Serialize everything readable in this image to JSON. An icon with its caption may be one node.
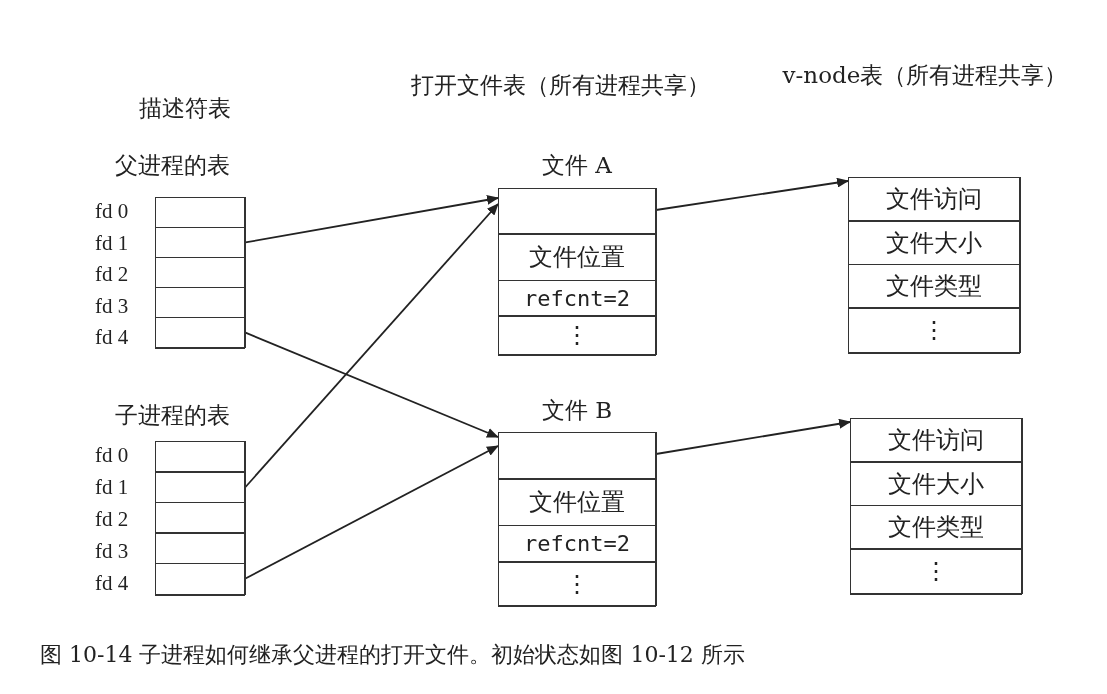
{
  "diagram": {
    "caption": "图 10-14 子进程如何继承父进程的打开文件。初始状态如图 10-12 所示",
    "nodes": [
      {
        "text": [
          "父进程的表"
        ]
      },
      {
        "text": [],
        "shape": "box",
        "in": 0,
        "beside": [
          "fd 0"
        ]
      },
      {
        "text": [],
        "shape": "box",
        "in": 0,
        "beside": [
          "fd 1"
        ]
      },
      {
        "text": [],
        "shape": "box",
        "in": 0,
        "beside": [
          "fd 2"
        ]
      },
      {
        "text": [],
        "shape": "box",
        "in": 0,
        "beside": [
          "fd 3"
        ]
      },
      {
        "text": [],
        "shape": "box",
        "in": 0,
        "beside": [
          "fd 4"
        ]
      },
      {
        "text": [
          "子进程的表"
        ]
      },
      {
        "text": [],
        "shape": "box",
        "in": 6,
        "beside": [
          "fd 0"
        ]
      },
      {
        "text": [],
        "shape": "box",
        "in": 6,
        "beside": [
          "fd 1"
        ]
      },
      {
        "text": [],
        "shape": "box",
        "in": 6,
        "beside": [
          "fd 2"
        ]
      },
      {
        "text": [],
        "shape": "box",
        "in": 6,
        "beside": [
          "fd 3"
        ]
      },
      {
        "text": [],
        "shape": "box",
        "in": 6,
        "beside": [
          "fd 4"
        ]
      },
      {
        "text": [
          "文件 A"
        ]
      },
      {
        "text": [],
        "shape": "box",
        "in": 12
      },
      {
        "text": [
          "文件位置"
        ],
        "in": 12
      },
      {
        "text": [
          "refcnt=2"
        ],
        "in": 12
      },
      {
        "text": [
          "⋮"
        ],
        "in": 12
      },
      {
        "text": [
          "文件 B"
        ]
      },
      {
        "text": [],
        "shape": "box",
        "in": 17
      },
      {
        "text": [
          "文件位置"
        ],
        "in": 17
      },
      {
        "text": [
          "refcnt=2"
        ],
        "in": 17
      },
      {
        "text": [
          "⋮"
        ],
        "in": 17
      },
      {
        "text": [],
        "shape": "box"
      },
      {
        "text": [
          "文件访问"
        ],
        "in": 22
      },
      {
        "text": [
          "文件大小"
        ],
        "in": 22
      },
      {
        "text": [
          "文件类型"
        ],
        "in": 22
      },
      {
        "text": [
          "⋮"
        ],
        "in": 22
      },
      {
        "text": [],
        "shape": "box"
      },
      {
        "text": [
          "文件访问"
        ],
        "in": 27
      },
      {
        "text": [
          "文件大小"
        ],
        "in": 27
      },
      {
        "text": [
          "文件类型"
        ],
        "in": 27
      },
      {
        "text": [
          "⋮"
        ],
        "in": 27
      }
    ],
    "edges": [
      {
        "from": 2,
        "to": 12,
        "arrow": "to"
      },
      {
        "from": 5,
        "to": 17,
        "arrow": "to"
      },
      {
        "from": 8,
        "to": 12,
        "arrow": "to"
      },
      {
        "from": 11,
        "to": 17,
        "arrow": "to"
      },
      {
        "from": 12,
        "to": 22,
        "arrow": "to"
      },
      {
        "from": 17,
        "to": 27,
        "arrow": "to"
      }
    ],
    "labels": [
      "描述符表",
      "打开文件表（所有进程共享）",
      "v-node表（所有进程共享）"
    ]
  }
}
